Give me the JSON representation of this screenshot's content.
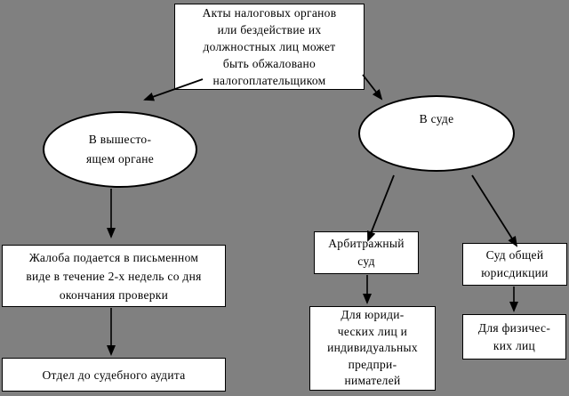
{
  "background_color": "#808080",
  "shape_fill_color": "#ffffff",
  "line_color": "#000000",
  "diagram": {
    "title_box": {
      "text": "Акты налоговых органов\nили бездействие их\nдолжностных лиц может\nбыть обжаловано\nналогоплательщиком"
    },
    "higher_authority_ellipse": {
      "text": "В вышесто-\nящем органе"
    },
    "court_ellipse": {
      "text": "В суде"
    },
    "complaint_box": {
      "text": "Жалоба подается в письменном\nвиде в течение 2-х недель со дня\nокончания проверки"
    },
    "pretrial_audit_box": {
      "text": "Отдел до судебного аудита"
    },
    "arbitration_court_box": {
      "text": "Арбитражный\nсуд"
    },
    "general_jurisdiction_box": {
      "text": "Суд общей\nюрисдикции"
    },
    "legal_entities_box": {
      "text": "Для юриди-\nческих лиц и\nиндивидуальных\nпредпри-\nнимателей"
    },
    "individuals_box": {
      "text": "Для физичес-\nких лиц"
    }
  }
}
